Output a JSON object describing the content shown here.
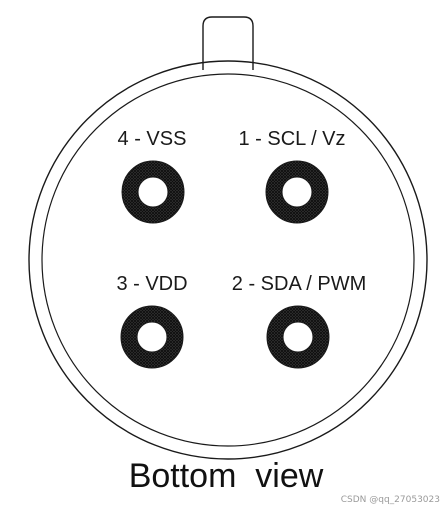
{
  "pins": [
    {
      "id": "pin-4",
      "label": "4 - VSS"
    },
    {
      "id": "pin-1",
      "label": "1 - SCL / Vz"
    },
    {
      "id": "pin-3",
      "label": "3 - VDD"
    },
    {
      "id": "pin-2",
      "label": "2 - SDA / PWM"
    }
  ],
  "caption": "Bottom  view",
  "watermark": "CSDN @qq_27053023",
  "colors": {
    "line": "#1a1a1a",
    "pin_ring": "#2b2b2b",
    "background": "#ffffff"
  }
}
